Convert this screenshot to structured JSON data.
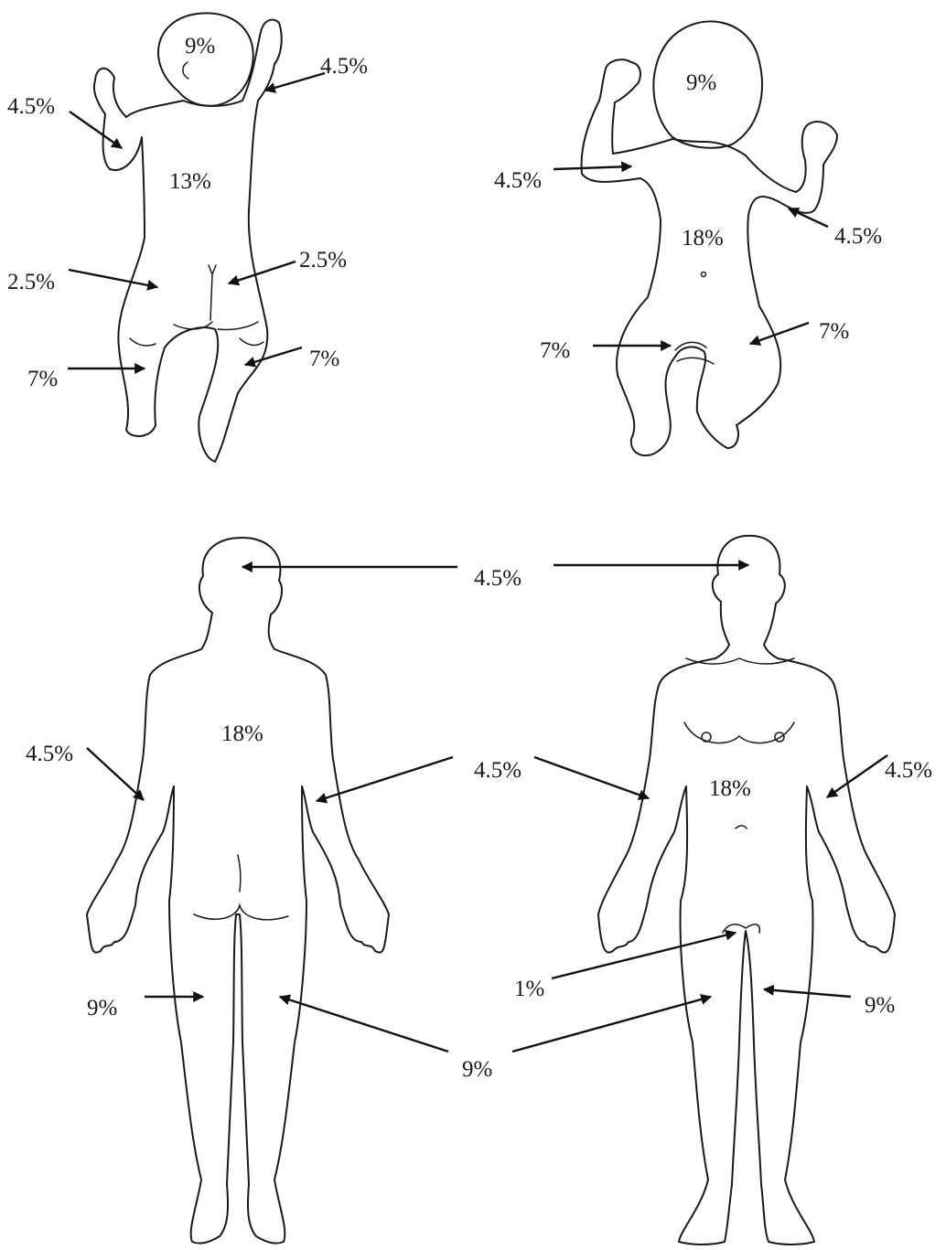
{
  "infant_back": {
    "head": "9%",
    "right_arm": "4.5%",
    "left_arm": "4.5%",
    "trunk": "13%",
    "left_buttock": "2.5%",
    "right_buttock": "2.5%",
    "left_leg": "7%",
    "right_leg": "7%"
  },
  "infant_front": {
    "head": "9%",
    "left_arm": "4.5%",
    "right_arm": "4.5%",
    "trunk": "18%",
    "left_leg": "7%",
    "right_leg": "7%"
  },
  "adult_shared": {
    "head": "4.5%",
    "inner_arm": "4.5%",
    "leg": "9%"
  },
  "adult_back": {
    "left_arm": "4.5%",
    "trunk": "18%",
    "left_leg": "9%"
  },
  "adult_front": {
    "trunk": "18%",
    "right_arm": "4.5%",
    "genitals": "1%",
    "right_leg": "9%"
  }
}
